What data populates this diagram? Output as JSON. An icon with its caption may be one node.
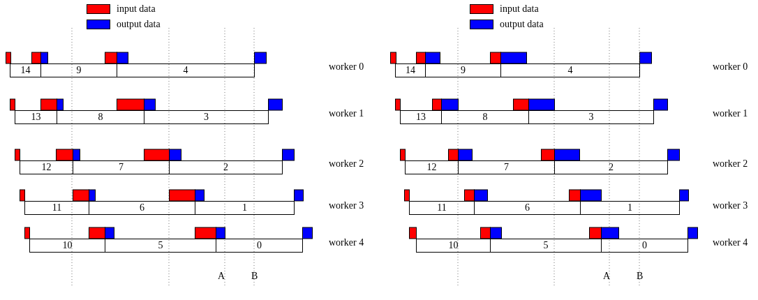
{
  "diagram": {
    "nodes": [
      {
        "text": [
          "14"
        ]
      },
      {
        "text": [
          "9"
        ]
      },
      {
        "text": [
          "4"
        ]
      },
      {
        "text": [
          "13"
        ]
      },
      {
        "text": [
          "8"
        ]
      },
      {
        "text": [
          "3"
        ]
      },
      {
        "text": [
          "12"
        ]
      },
      {
        "text": [
          "7"
        ]
      },
      {
        "text": [
          "2"
        ]
      },
      {
        "text": [
          "11"
        ]
      },
      {
        "text": [
          "6"
        ]
      },
      {
        "text": [
          "1"
        ]
      },
      {
        "text": [
          "10"
        ]
      },
      {
        "text": [
          "5"
        ]
      },
      {
        "text": [
          "0"
        ]
      },
      {
        "text": [
          "14"
        ]
      },
      {
        "text": [
          "9"
        ]
      },
      {
        "text": [
          "4"
        ]
      },
      {
        "text": [
          "13"
        ]
      },
      {
        "text": [
          "8"
        ]
      },
      {
        "text": [
          "3"
        ]
      },
      {
        "text": [
          "12"
        ]
      },
      {
        "text": [
          "7"
        ]
      },
      {
        "text": [
          "2"
        ]
      },
      {
        "text": [
          "11"
        ]
      },
      {
        "text": [
          "6"
        ]
      },
      {
        "text": [
          "1"
        ]
      },
      {
        "text": [
          "10"
        ]
      },
      {
        "text": [
          "5"
        ]
      },
      {
        "text": [
          "0"
        ]
      }
    ],
    "labels": [
      "worker 0",
      "worker 1",
      "worker 2",
      "worker 3",
      "worker 4",
      "A",
      "B",
      "worker 0",
      "worker 1",
      "worker 2",
      "worker 3",
      "worker 4",
      "A",
      "B"
    ],
    "legend": [
      {
        "text": "input data",
        "color": "#ff0000"
      },
      {
        "text": "output data",
        "color": "#0000ff"
      },
      {
        "text": "input data",
        "color": "#ff0000"
      },
      {
        "text": "output data",
        "color": "#0000ff"
      }
    ]
  }
}
